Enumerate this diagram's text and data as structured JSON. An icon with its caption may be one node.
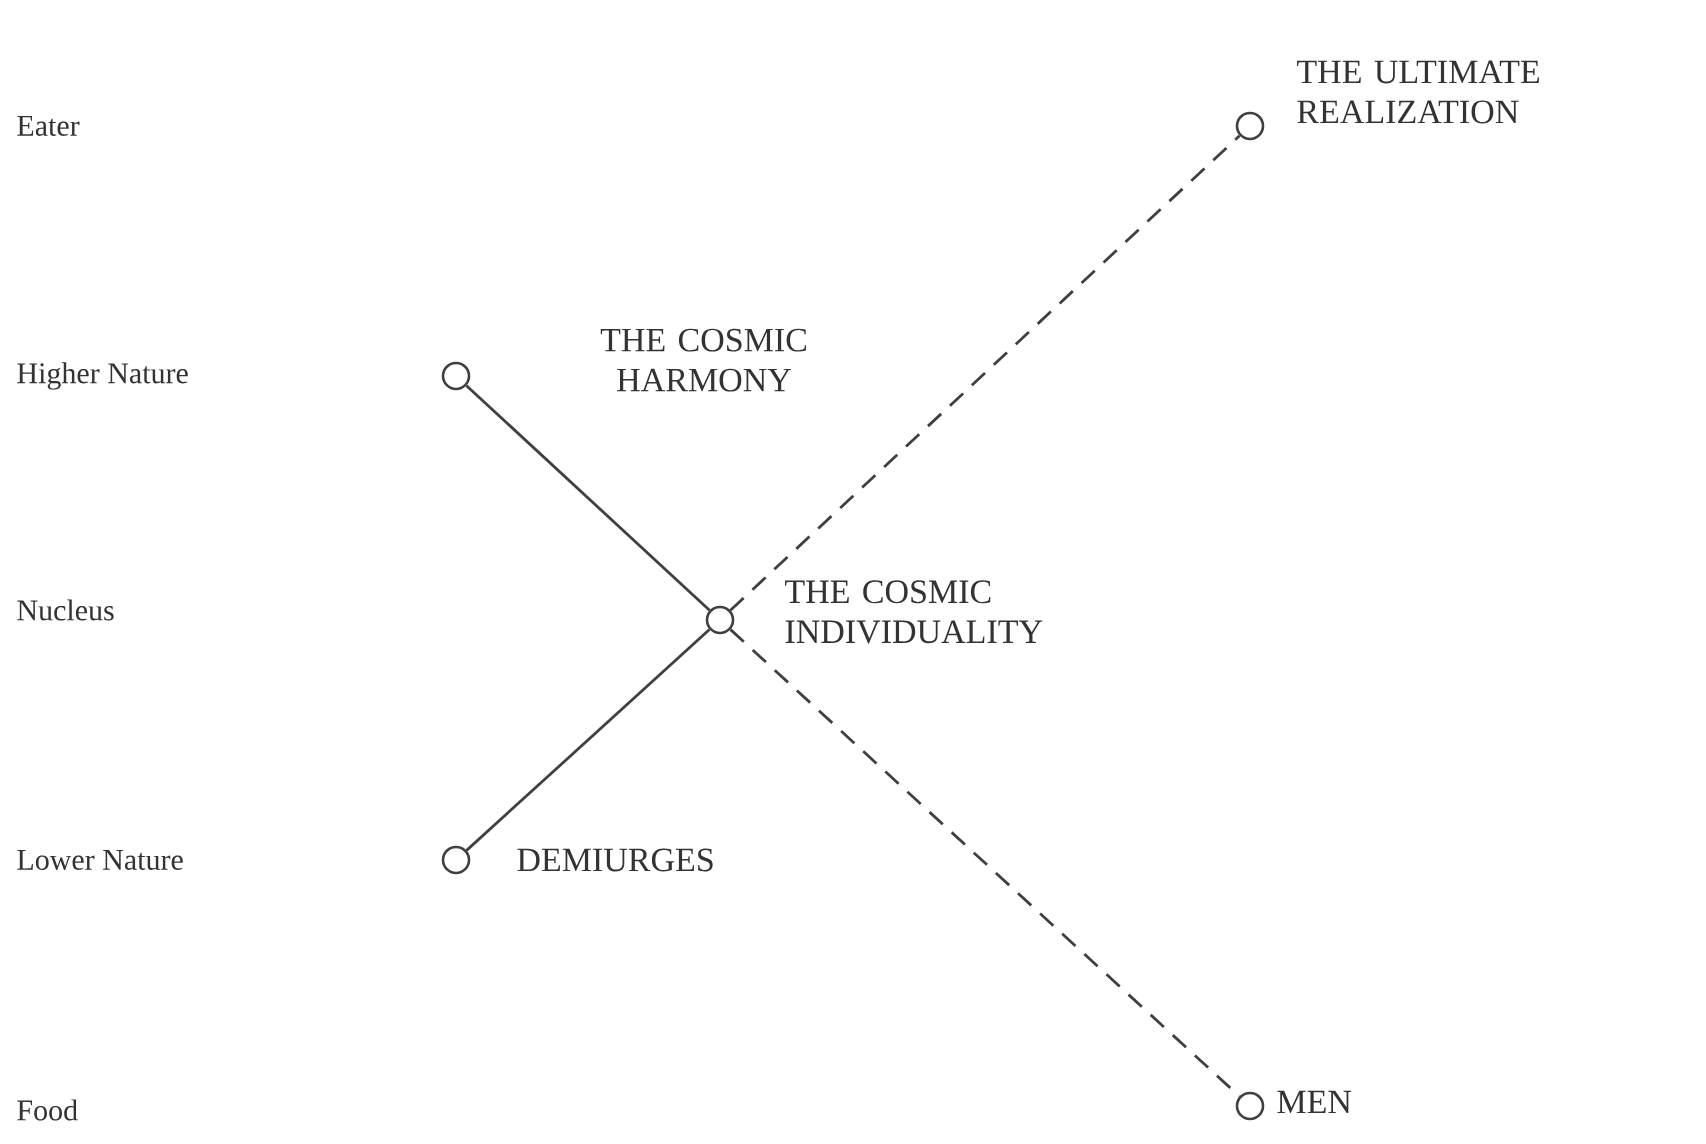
{
  "diagram": {
    "nodes": [
      {
        "text": [],
        "shape": "circle",
        "beside": [
          "THE COSMIC HARMONY"
        ]
      },
      {
        "text": [],
        "shape": "circle",
        "beside": [
          "THE COSMIC INDIVIDUALITY"
        ]
      },
      {
        "text": [],
        "shape": "circle",
        "beside": [
          "DEMIURGES"
        ]
      },
      {
        "text": [],
        "shape": "circle",
        "beside": [
          "THE ULTIMATE REALIZATION"
        ]
      },
      {
        "text": [],
        "shape": "circle",
        "beside": [
          "MEN"
        ]
      }
    ],
    "edges": [
      {
        "from": 0,
        "to": 1,
        "arrow": "none"
      },
      {
        "from": 2,
        "to": 1,
        "arrow": "none"
      },
      {
        "from": 1,
        "to": 3,
        "arrow": "none",
        "style": "dashed"
      },
      {
        "from": 1,
        "to": 4,
        "arrow": "none",
        "style": "dashed"
      }
    ],
    "labels": [
      "Eater",
      "Higher Nature",
      "Nucleus",
      "Lower Nature",
      "Food"
    ]
  }
}
